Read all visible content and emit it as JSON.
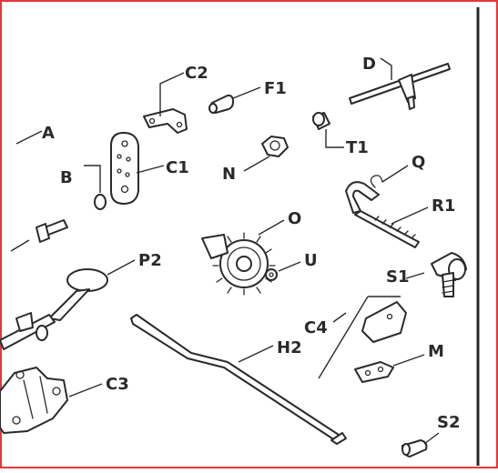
{
  "diagram": {
    "labels": {
      "A": "A",
      "B": "B",
      "C1": "C1",
      "C2": "C2",
      "C3": "C3",
      "C4": "C4",
      "D": "D",
      "F1": "F1",
      "H2": "H2",
      "M": "M",
      "N": "N",
      "O": "O",
      "P2": "P2",
      "Q": "Q",
      "R1": "R1",
      "S1": "S1",
      "S2": "S2",
      "T1": "T1",
      "U": "U"
    },
    "colors": {
      "frame_border": "#e8353a",
      "ink": "#2a2a2a",
      "background": "#ffffff"
    }
  }
}
